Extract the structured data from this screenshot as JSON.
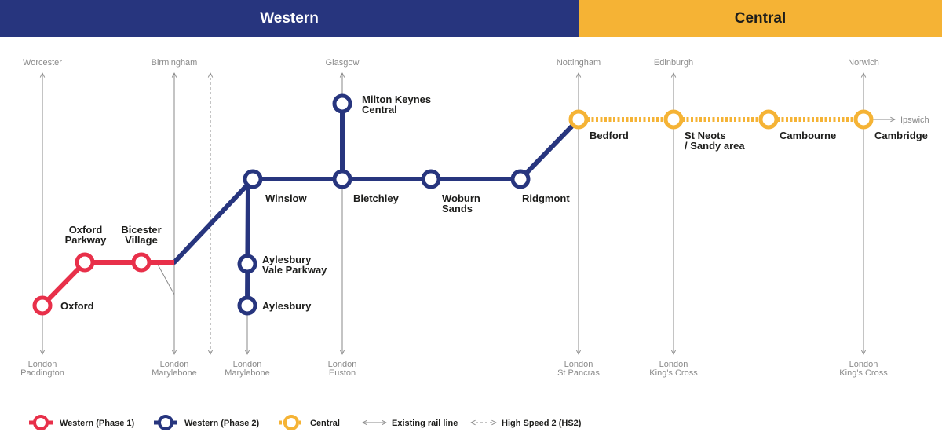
{
  "header": {
    "western": "Western",
    "central": "Central"
  },
  "colors": {
    "western1": "#e8304a",
    "western2": "#27357e",
    "central": "#f5b335",
    "rail": "#8a8a8a"
  },
  "destinations_top": {
    "worcester": "Worcester",
    "birmingham": "Birmingham",
    "glasgow": "Glasgow",
    "nottingham": "Nottingham",
    "edinburgh": "Edinburgh",
    "norwich": "Norwich",
    "ipswich": "Ipswich"
  },
  "destinations_bottom": {
    "paddington": [
      "London",
      "Paddington"
    ],
    "marylebone1": [
      "London",
      "Marylebone"
    ],
    "marylebone2": [
      "London",
      "Marylebone"
    ],
    "euston": [
      "London",
      "Euston"
    ],
    "stpancras": [
      "London",
      "St Pancras"
    ],
    "kingscross1": [
      "London",
      "King's Cross"
    ],
    "kingscross2": [
      "London",
      "King's Cross"
    ]
  },
  "stations": {
    "oxford": [
      "Oxford"
    ],
    "oxford_parkway": [
      "Oxford",
      "Parkway"
    ],
    "bicester_village": [
      "Bicester",
      "Village"
    ],
    "winslow": [
      "Winslow"
    ],
    "aylesbury_vale": [
      "Aylesbury",
      "Vale Parkway"
    ],
    "aylesbury": [
      "Aylesbury"
    ],
    "milton_keynes": [
      "Milton Keynes",
      "Central"
    ],
    "bletchley": [
      "Bletchley"
    ],
    "woburn_sands": [
      "Woburn",
      "Sands"
    ],
    "ridgmont": [
      "Ridgmont"
    ],
    "bedford": [
      "Bedford"
    ],
    "st_neots": [
      "St Neots",
      "/ Sandy area"
    ],
    "cambourne": [
      "Cambourne"
    ],
    "cambridge": [
      "Cambridge"
    ]
  },
  "legend": {
    "western1": "Western (Phase 1)",
    "western2": "Western (Phase 2)",
    "central": "Central",
    "existing": "Existing rail line",
    "hs2": "High Speed 2 (HS2)"
  }
}
